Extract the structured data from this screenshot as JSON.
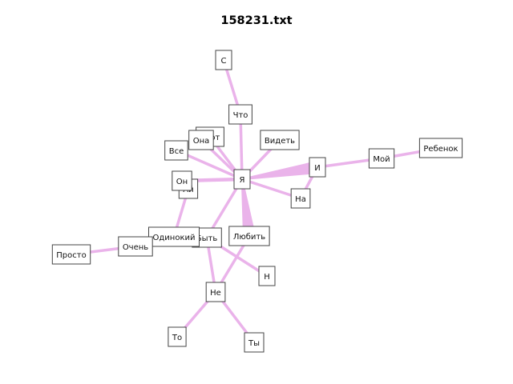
{
  "title": "158231.txt",
  "colors": {
    "edge": "#eab3ea",
    "node_border": "#444444",
    "node_fill": "#ffffff",
    "text": "#111111"
  },
  "nodes": [
    {
      "id": "ya",
      "label": "Я"
    },
    {
      "id": "i",
      "label": "И"
    },
    {
      "id": "moy",
      "label": "Мой"
    },
    {
      "id": "rebenok",
      "label": "Ребенок"
    },
    {
      "id": "s",
      "label": "С"
    },
    {
      "id": "chto",
      "label": "Что"
    },
    {
      "id": "etot",
      "label": "Этот"
    },
    {
      "id": "ona",
      "label": "Она"
    },
    {
      "id": "videt",
      "label": "Видеть"
    },
    {
      "id": "vse",
      "label": "Все"
    },
    {
      "id": "on",
      "label": "Он"
    },
    {
      "id": "ai",
      "label": "Ай"
    },
    {
      "id": "na",
      "label": "На"
    },
    {
      "id": "odinokiy",
      "label": "Одинокий"
    },
    {
      "id": "byt",
      "label": "Быть"
    },
    {
      "id": "lyubit",
      "label": "Любить"
    },
    {
      "id": "ochen",
      "label": "Очень"
    },
    {
      "id": "prosto",
      "label": "Просто"
    },
    {
      "id": "n",
      "label": "Н"
    },
    {
      "id": "ne",
      "label": "Не"
    },
    {
      "id": "to",
      "label": "То"
    },
    {
      "id": "ty",
      "label": "Ты"
    }
  ],
  "edges": [
    {
      "source": "ya",
      "target": "i",
      "weight": 6
    },
    {
      "source": "ya",
      "target": "lyubit",
      "weight": 6
    },
    {
      "source": "i",
      "target": "moy",
      "weight": 2
    },
    {
      "source": "moy",
      "target": "rebenok",
      "weight": 2
    },
    {
      "source": "ya",
      "target": "chto",
      "weight": 2
    },
    {
      "source": "chto",
      "target": "s",
      "weight": 2
    },
    {
      "source": "ya",
      "target": "etot",
      "weight": 2
    },
    {
      "source": "ya",
      "target": "ona",
      "weight": 2
    },
    {
      "source": "ya",
      "target": "videt",
      "weight": 2
    },
    {
      "source": "ya",
      "target": "vse",
      "weight": 2
    },
    {
      "source": "ya",
      "target": "on",
      "weight": 3
    },
    {
      "source": "ya",
      "target": "na",
      "weight": 2
    },
    {
      "source": "i",
      "target": "na",
      "weight": 2
    },
    {
      "source": "ya",
      "target": "byt",
      "weight": 2
    },
    {
      "source": "ai",
      "target": "odinokiy",
      "weight": 2
    },
    {
      "source": "odinokiy",
      "target": "ochen",
      "weight": 2
    },
    {
      "source": "ochen",
      "target": "prosto",
      "weight": 2
    },
    {
      "source": "byt",
      "target": "n",
      "weight": 2
    },
    {
      "source": "byt",
      "target": "ne",
      "weight": 2
    },
    {
      "source": "lyubit",
      "target": "ne",
      "weight": 2
    },
    {
      "source": "ne",
      "target": "to",
      "weight": 2
    },
    {
      "source": "ne",
      "target": "ty",
      "weight": 2
    }
  ]
}
